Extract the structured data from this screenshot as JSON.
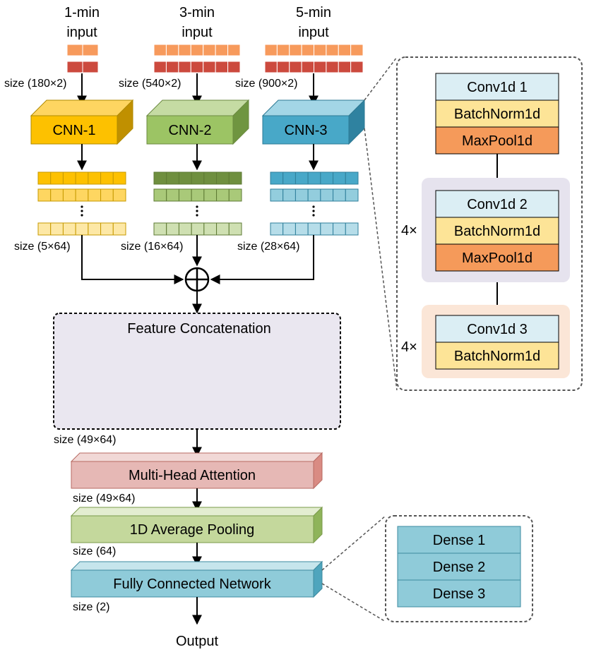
{
  "inputs": [
    {
      "line1": "1-min",
      "line2": "input",
      "size": "size (180×2)"
    },
    {
      "line1": "3-min",
      "line2": "input",
      "size": "size (540×2)"
    },
    {
      "line1": "5-min",
      "line2": "input",
      "size": "size (900×2)"
    }
  ],
  "cnns": [
    {
      "label": "CNN-1",
      "out_size": "size (5×64)"
    },
    {
      "label": "CNN-2",
      "out_size": "size (16×64)"
    },
    {
      "label": "CNN-3",
      "out_size": "size (28×64)"
    }
  ],
  "concat": {
    "title": "Feature Concatenation",
    "size": "size (49×64)"
  },
  "attention": {
    "label": "Multi-Head Attention",
    "size": "size (49×64)"
  },
  "pooling": {
    "label": "1D Average Pooling",
    "size": "size (64)"
  },
  "fcn": {
    "label": "Fully Connected Network",
    "size": "size (2)"
  },
  "output": "Output",
  "cnn_detail": {
    "block1": [
      "Conv1d 1",
      "BatchNorm1d",
      "MaxPool1d"
    ],
    "block2": {
      "repeat": "4×",
      "layers": [
        "Conv1d 2",
        "BatchNorm1d",
        "MaxPool1d"
      ]
    },
    "block3": {
      "repeat": "4×",
      "layers": [
        "Conv1d 3",
        "BatchNorm1d"
      ]
    }
  },
  "fcn_detail": [
    "Dense 1",
    "Dense 2",
    "Dense 3"
  ],
  "colors": {
    "cnn1": "#fdc100",
    "cnn2": "#9cc464",
    "cnn3": "#48a8c8",
    "conv": "#dbeef4",
    "bn": "#fde497",
    "pool": "#f59a5a",
    "attention": "#e6b8b5",
    "pooling": "#c4d89c",
    "fcn": "#8fcbd9"
  }
}
